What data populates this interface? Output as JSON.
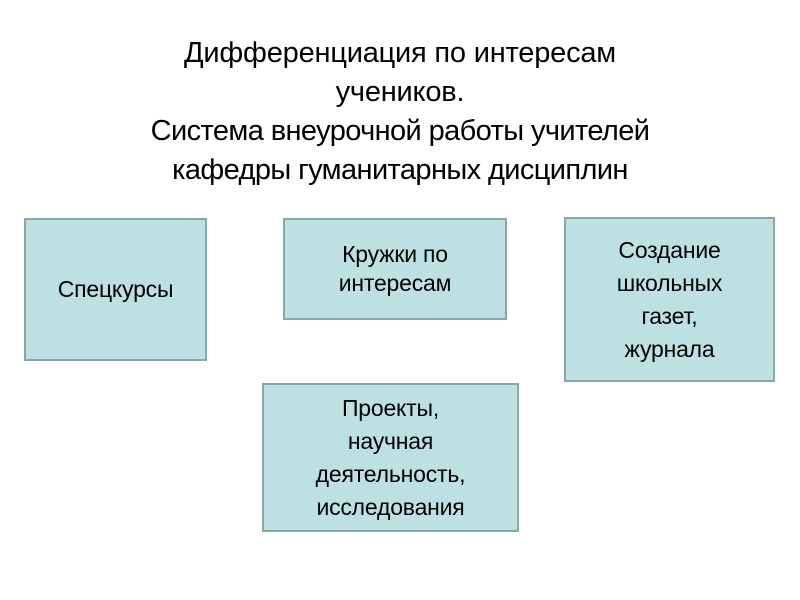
{
  "slide": {
    "background_color": "#ffffff",
    "text_color": "#000000",
    "box_fill_color": "#bde0e2",
    "box_border_color": "#8ba6a8"
  },
  "title": {
    "lines": [
      "Дифференциация по интересам",
      "учеников.",
      "Система внеурочной работы учителей",
      "кафедры гуманитарных дисциплин"
    ],
    "full_text": "Дифференциация по интересам учеников. Система внеурочной работы учителей кафедры гуманитарных дисциплин"
  },
  "boxes": [
    {
      "id": "speckursy",
      "label": "Спецкурсы",
      "lines": [
        "Спецкурсы"
      ]
    },
    {
      "id": "kruzhki",
      "label": "Кружки по интересам",
      "lines": [
        "Кружки по",
        "интересам"
      ]
    },
    {
      "id": "gazety",
      "label": "Создание школьных газет, журнала",
      "lines": [
        "Создание",
        "школьных",
        "газет,",
        "журнала"
      ]
    },
    {
      "id": "proekty",
      "label": "Проекты, научная деятельность, исследования",
      "lines": [
        "Проекты,",
        "научная",
        "деятельность,",
        "исследования"
      ]
    }
  ]
}
